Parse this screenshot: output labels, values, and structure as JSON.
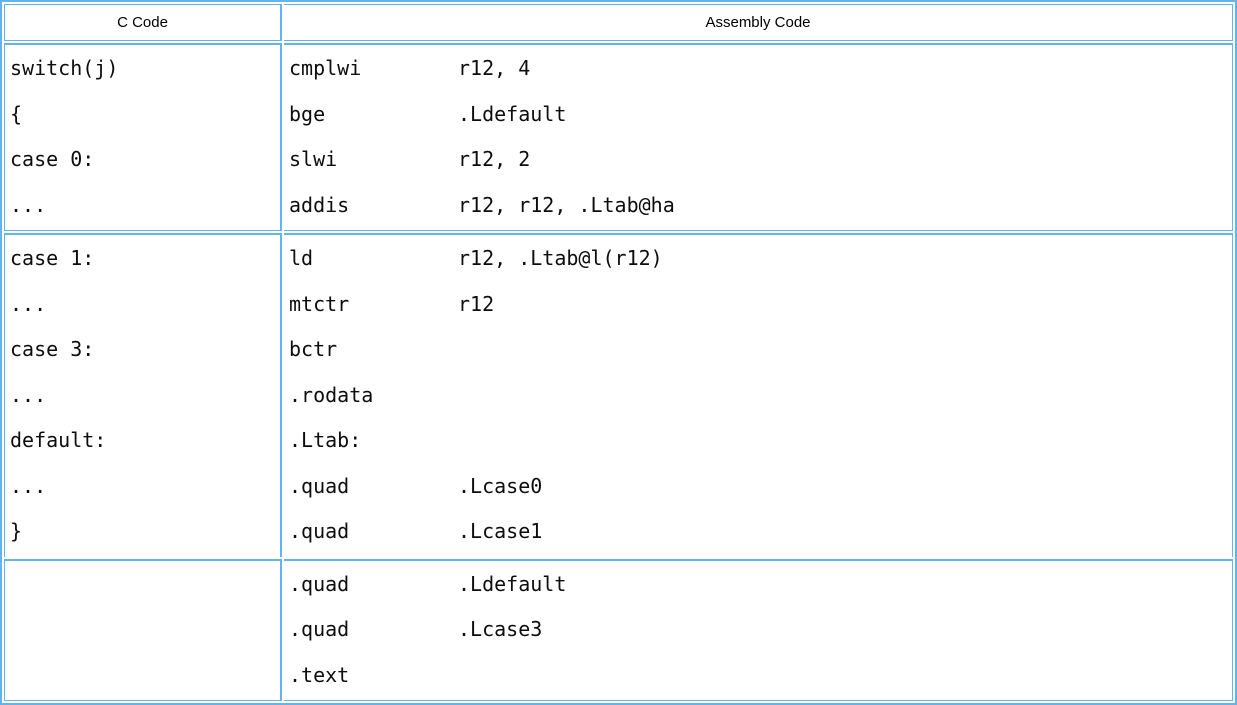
{
  "table": {
    "border_color": "#63b4ee",
    "text_color": "#0d0d0d",
    "header": {
      "c_code": "C Code",
      "assembly": "Assembly Code"
    },
    "groups": [
      {
        "c_lines": [
          "switch(j)",
          "{",
          "case 0:",
          "..."
        ],
        "asm_lines": [
          {
            "mnemonic": "cmplwi",
            "operands": "r12, 4"
          },
          {
            "mnemonic": "bge",
            "operands": ".Ldefault"
          },
          {
            "mnemonic": "slwi",
            "operands": "r12, 2"
          },
          {
            "mnemonic": "addis",
            "operands": "r12, r12, .Ltab@ha"
          }
        ]
      },
      {
        "c_lines": [
          "case 1:",
          "...",
          "case 3:",
          "...",
          "default:",
          "...",
          "}"
        ],
        "asm_lines": [
          {
            "mnemonic": "ld",
            "operands": "r12, .Ltab@l(r12)"
          },
          {
            "mnemonic": "mtctr",
            "operands": "r12"
          },
          {
            "mnemonic": "bctr",
            "operands": ""
          },
          {
            "mnemonic": ".rodata",
            "operands": ""
          },
          {
            "mnemonic": ".Ltab:",
            "operands": ""
          },
          {
            "mnemonic": ".quad",
            "operands": ".Lcase0"
          },
          {
            "mnemonic": ".quad",
            "operands": ".Lcase1"
          }
        ]
      },
      {
        "c_lines": [],
        "asm_lines": [
          {
            "mnemonic": ".quad",
            "operands": ".Ldefault"
          },
          {
            "mnemonic": ".quad",
            "operands": ".Lcase3"
          },
          {
            "mnemonic": ".text",
            "operands": ""
          }
        ]
      }
    ]
  }
}
